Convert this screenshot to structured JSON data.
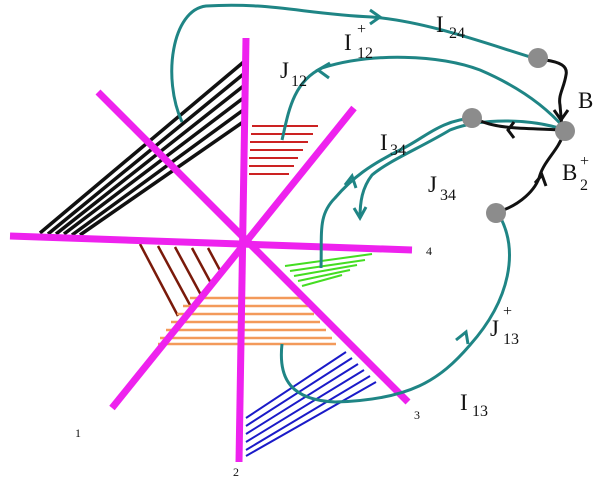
{
  "colors": {
    "axis": "#ee22ee",
    "teal": "#1f8585",
    "node": "#8c8c8c",
    "black_bundle": "#111111",
    "red_bundle": "#cc2222",
    "brown_bundle": "#7a1a0a",
    "orange_bundle": "#f39a5a",
    "green_bundle": "#44dd22",
    "blue_bundle": "#1a1ac8",
    "arrow": "#111111"
  },
  "axis_labels": {
    "one": "1",
    "two": "2",
    "three": "3",
    "four": "4"
  },
  "loops": {
    "i24": {
      "main": "I",
      "sub": "24"
    },
    "i12_plus": {
      "main": "I",
      "sup": "+",
      "sub": "12"
    },
    "j12": {
      "main": "J",
      "sub": "12"
    },
    "b": {
      "main": "B"
    },
    "i34": {
      "main": "I",
      "sub": "34"
    },
    "j34": {
      "main": "J",
      "sub": "34"
    },
    "b2_plus": {
      "main": "B",
      "sup": "+",
      "sub": "2"
    },
    "j13_plus": {
      "main": "J",
      "sup": "+",
      "sub": "13"
    },
    "i13": {
      "main": "I",
      "sub": "13"
    }
  }
}
